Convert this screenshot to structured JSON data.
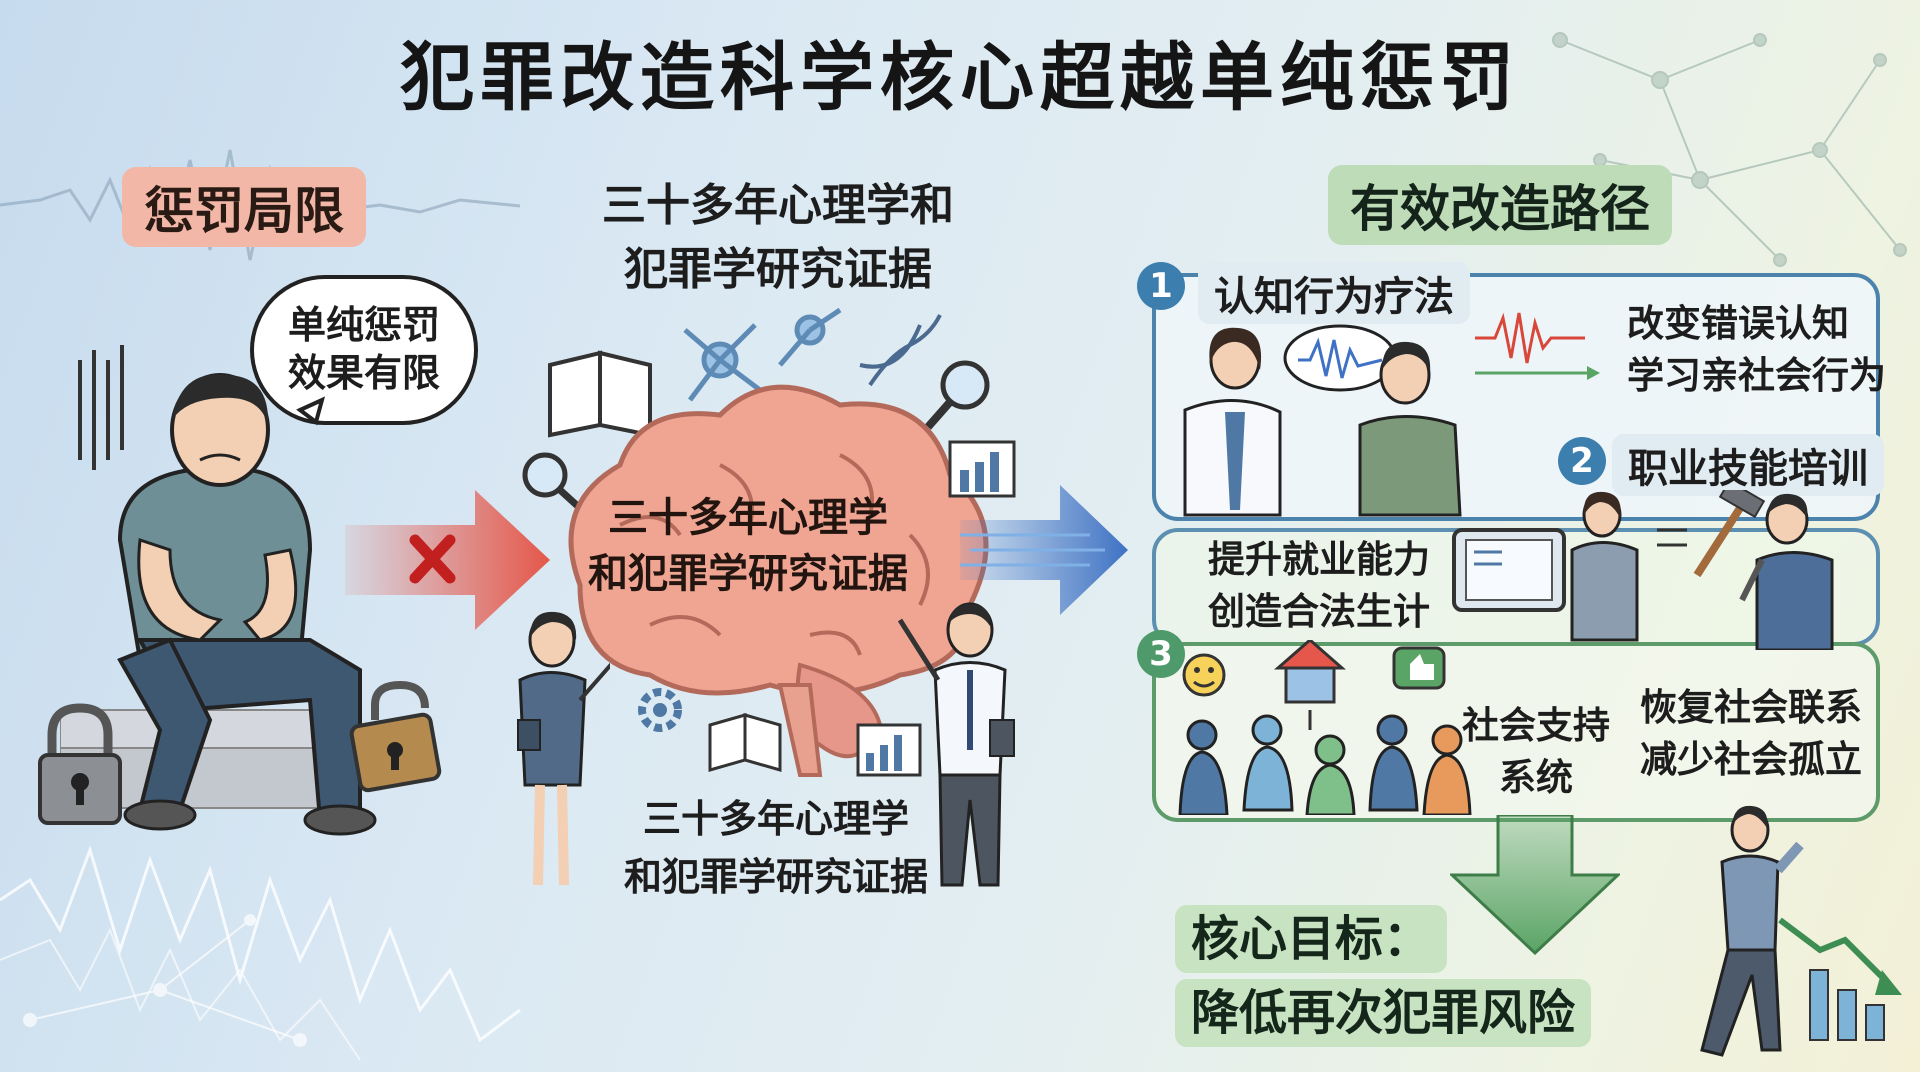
{
  "title": "犯罪改造科学核心超越单纯惩罚",
  "left": {
    "tag": "惩罚局限",
    "bubble_line1": "单纯惩罚",
    "bubble_line2": "效果有限"
  },
  "middle": {
    "title_line1": "三十多年心理学和",
    "title_line2": "犯罪学研究证据",
    "brain_line1": "三十多年心理学",
    "brain_line2": "和犯罪学研究证据",
    "bottom_line1": "三十多年心理学",
    "bottom_line2": "和犯罪学研究证据"
  },
  "right": {
    "tag": "有效改造路径",
    "steps": [
      {
        "num": "1",
        "label": "认知行为疗法",
        "desc_line1": "改变错误认知",
        "desc_line2": "学习亲社会行为"
      },
      {
        "num": "2",
        "label": "职业技能培训",
        "desc_line1": "提升就业能力",
        "desc_line2": "创造合法生计"
      },
      {
        "num": "3",
        "label": "社会支持系统",
        "label_line1": "社会支持",
        "label_line2": "系统",
        "desc_line1": "恢复社会联系",
        "desc_line2": "减少社会孤立"
      }
    ],
    "goal_line1": "核心目标：",
    "goal_line2": "降低再次犯罪风险"
  },
  "colors": {
    "red_tag": "#f2b7a6",
    "green_tag": "#bfdcb9",
    "panel_blue": "#4c83ad",
    "step_circle_blue": "#3c7fae",
    "step_circle_green": "#4f9a6a",
    "red_arrow": "#e4574a",
    "blue_arrow": "#3f72c4",
    "green_arrow": "#5aa466",
    "brain": "#f0a593"
  },
  "icons": [
    "brain-icon",
    "neuron-icon",
    "dna-icon",
    "magnifier-icon",
    "book-icon",
    "bar-chart-icon",
    "gear-icon",
    "padlock-icon",
    "open-padlock-icon",
    "x-mark-icon",
    "speech-bubble-icon",
    "hammer-icon",
    "wrench-icon",
    "tablet-icon",
    "house-icon",
    "smiley-icon",
    "thumbs-up-icon",
    "people-circle-icon",
    "network-icon",
    "declining-chart-icon"
  ]
}
